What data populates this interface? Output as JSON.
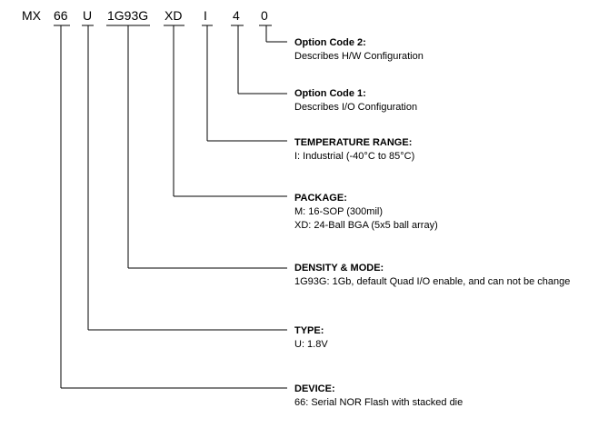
{
  "part_number": {
    "segments": [
      "MX",
      "66",
      "U",
      "1G93G",
      "XD",
      "I",
      "4",
      "0"
    ]
  },
  "fields": [
    {
      "title": "Option Code 2:",
      "lines": [
        "Describes H/W Configuration"
      ]
    },
    {
      "title": "Option Code 1:",
      "lines": [
        "Describes I/O Configuration"
      ]
    },
    {
      "title": "TEMPERATURE RANGE:",
      "lines": [
        "I: Industrial (-40°C to 85°C)"
      ]
    },
    {
      "title": "PACKAGE:",
      "lines": [
        "M: 16-SOP (300mil)",
        "XD: 24-Ball BGA (5x5 ball array)"
      ]
    },
    {
      "title": "DENSITY & MODE:",
      "lines": [
        "1G93G: 1Gb, default Quad I/O enable, and can not be change"
      ]
    },
    {
      "title": "TYPE:",
      "lines": [
        "U: 1.8V"
      ]
    },
    {
      "title": "DEVICE:",
      "lines": [
        "66: Serial NOR Flash with stacked die"
      ]
    }
  ],
  "colors": {
    "line": "#000000",
    "text": "#000000"
  }
}
